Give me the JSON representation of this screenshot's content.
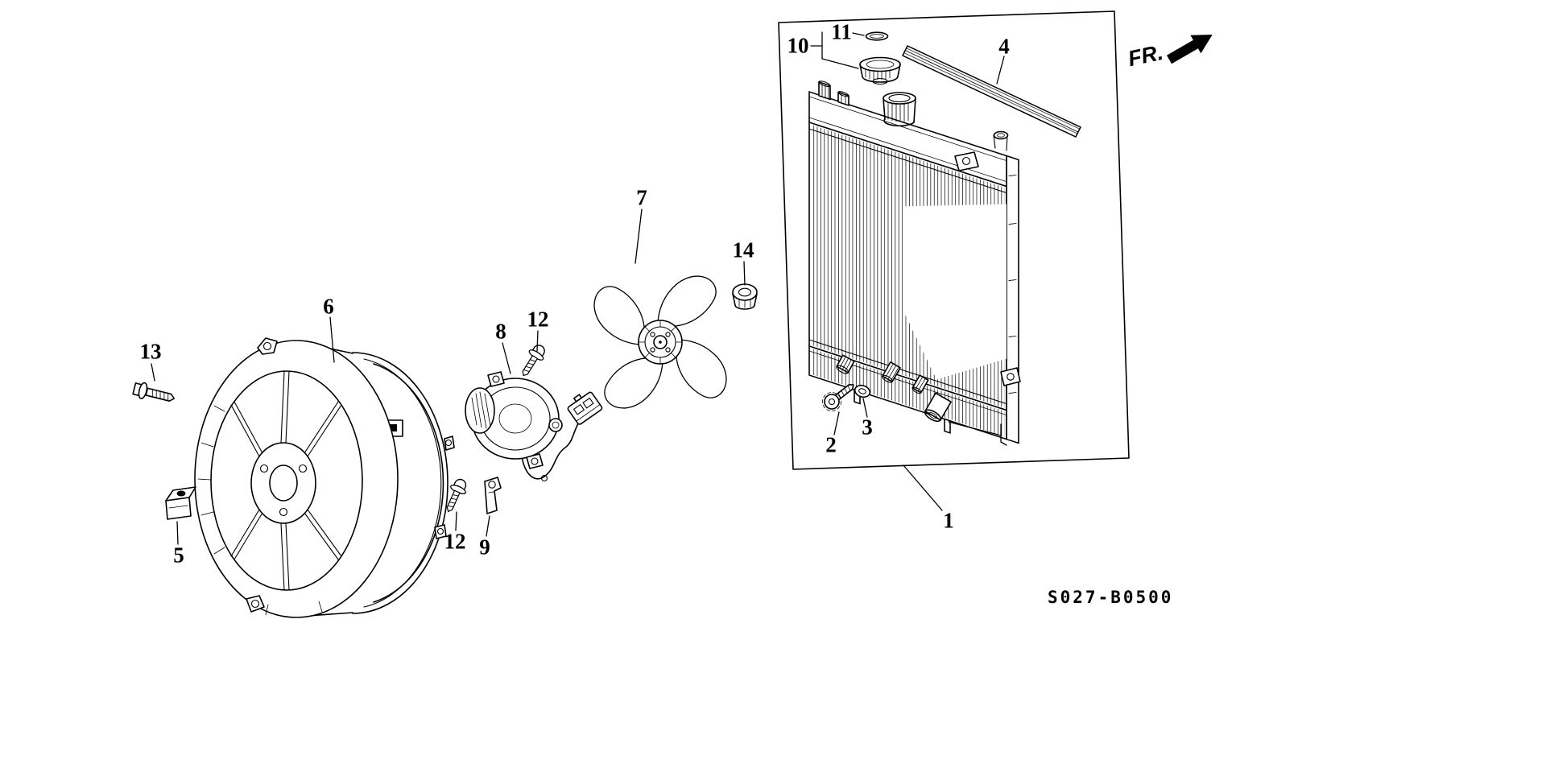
{
  "diagram": {
    "direction_label": "FR.",
    "drawing_code": "S027-B0500",
    "line_color": "#000000",
    "background_color": "#ffffff"
  },
  "callouts": {
    "c1": "1",
    "c2": "2",
    "c3": "3",
    "c4": "4",
    "c5": "5",
    "c6": "6",
    "c7": "7",
    "c8": "8",
    "c9": "9",
    "c10": "10",
    "c11": "11",
    "c12a": "12",
    "c12b": "12",
    "c13": "13",
    "c14": "14"
  }
}
